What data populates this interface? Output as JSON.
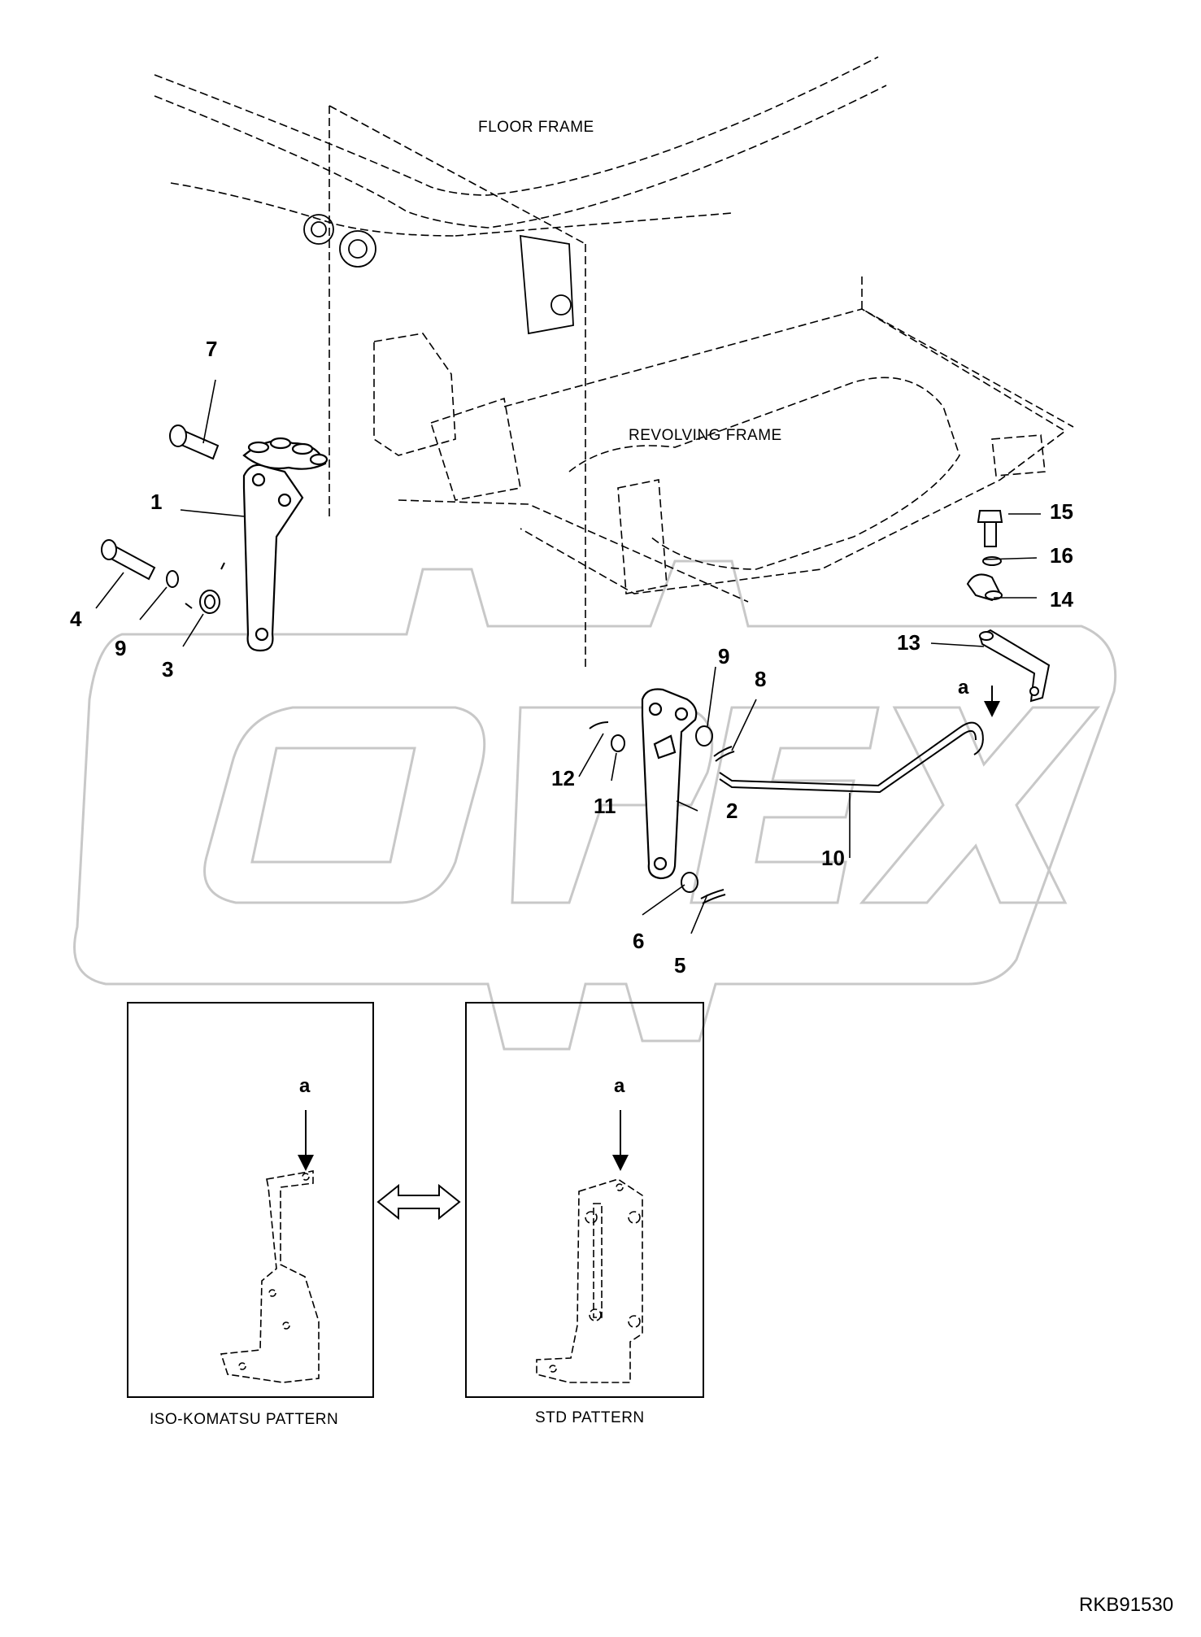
{
  "labels": {
    "floor_frame": "FLOOR FRAME",
    "revolving_frame": "REVOLVING FRAME",
    "iso_pattern": "ISO-KOMATSU PATTERN",
    "std_pattern": "STD PATTERN",
    "drawing_code": "RKB91530",
    "view_arrow": "a",
    "watermark": "OPEX"
  },
  "callouts": {
    "p1": "1",
    "p2": "2",
    "p3": "3",
    "p4": "4",
    "p5": "5",
    "p6": "6",
    "p7": "7",
    "p8": "8",
    "p9a": "9",
    "p9b": "9",
    "p10": "10",
    "p11": "11",
    "p12": "12",
    "p13": "13",
    "p14": "14",
    "p15": "15",
    "p16": "16"
  }
}
